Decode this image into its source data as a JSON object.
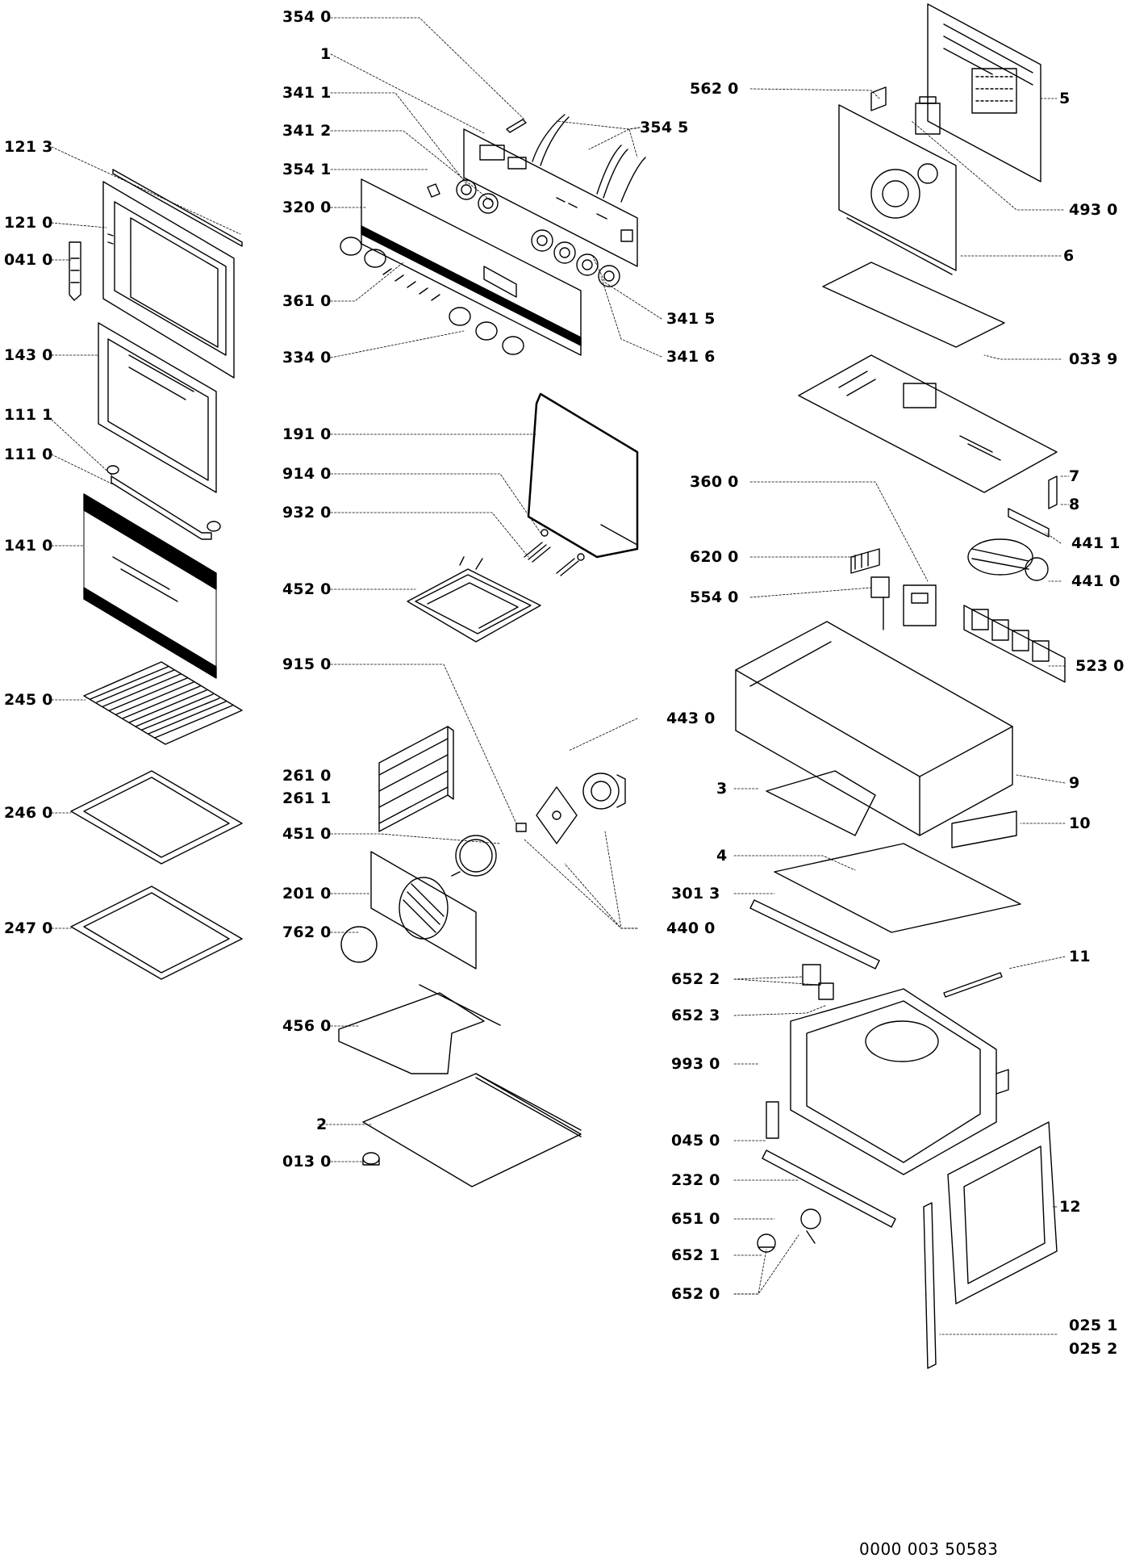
{
  "labels": {
    "l_3540": "354 0",
    "l_1": "1",
    "l_3411": "341 1",
    "l_3412": "341 2",
    "l_3541": "354 1",
    "l_3200": "320 0",
    "l_3610": "361 0",
    "l_3340": "334 0",
    "l_3545": "354 5",
    "l_3415": "341 5",
    "l_3416": "341 6",
    "l_1213": "121 3",
    "l_1210": "121 0",
    "l_0410": "041 0",
    "l_1430": "143 0",
    "l_1111": "111 1",
    "l_1110": "111 0",
    "l_1410": "141 0",
    "l_2450": "245 0",
    "l_2460": "246 0",
    "l_2470": "247 0",
    "l_1910": "191 0",
    "l_9140": "914 0",
    "l_9320": "932 0",
    "l_4520": "452 0",
    "l_9150": "915 0",
    "l_2610": "261 0",
    "l_2611": "261 1",
    "l_4510": "451 0",
    "l_2010": "201 0",
    "l_7620": "762 0",
    "l_4560": "456 0",
    "l_2": "2",
    "l_0130": "013 0",
    "l_4430": "443 0",
    "l_4400": "440 0",
    "l_5620": "562 0",
    "l_5": "5",
    "l_4930": "493 0",
    "l_6": "6",
    "l_0339": "033 9",
    "l_7": "7",
    "l_8": "8",
    "l_3600": "360 0",
    "l_4411": "441 1",
    "l_6200": "620 0",
    "l_4410": "441 0",
    "l_5540": "554 0",
    "l_5230": "523 0",
    "l_9": "9",
    "l_3": "3",
    "l_10": "10",
    "l_4": "4",
    "l_3013": "301 3",
    "l_11": "11",
    "l_6522": "652 2",
    "l_6523": "652 3",
    "l_9930": "993 0",
    "l_0450": "045 0",
    "l_2320": "232 0",
    "l_6510": "651 0",
    "l_12": "12",
    "l_6521": "652 1",
    "l_6520": "652 0",
    "l_0251": "025 1",
    "l_0252": "025 2"
  },
  "footer": {
    "doc_number": "0000 003 50583"
  }
}
